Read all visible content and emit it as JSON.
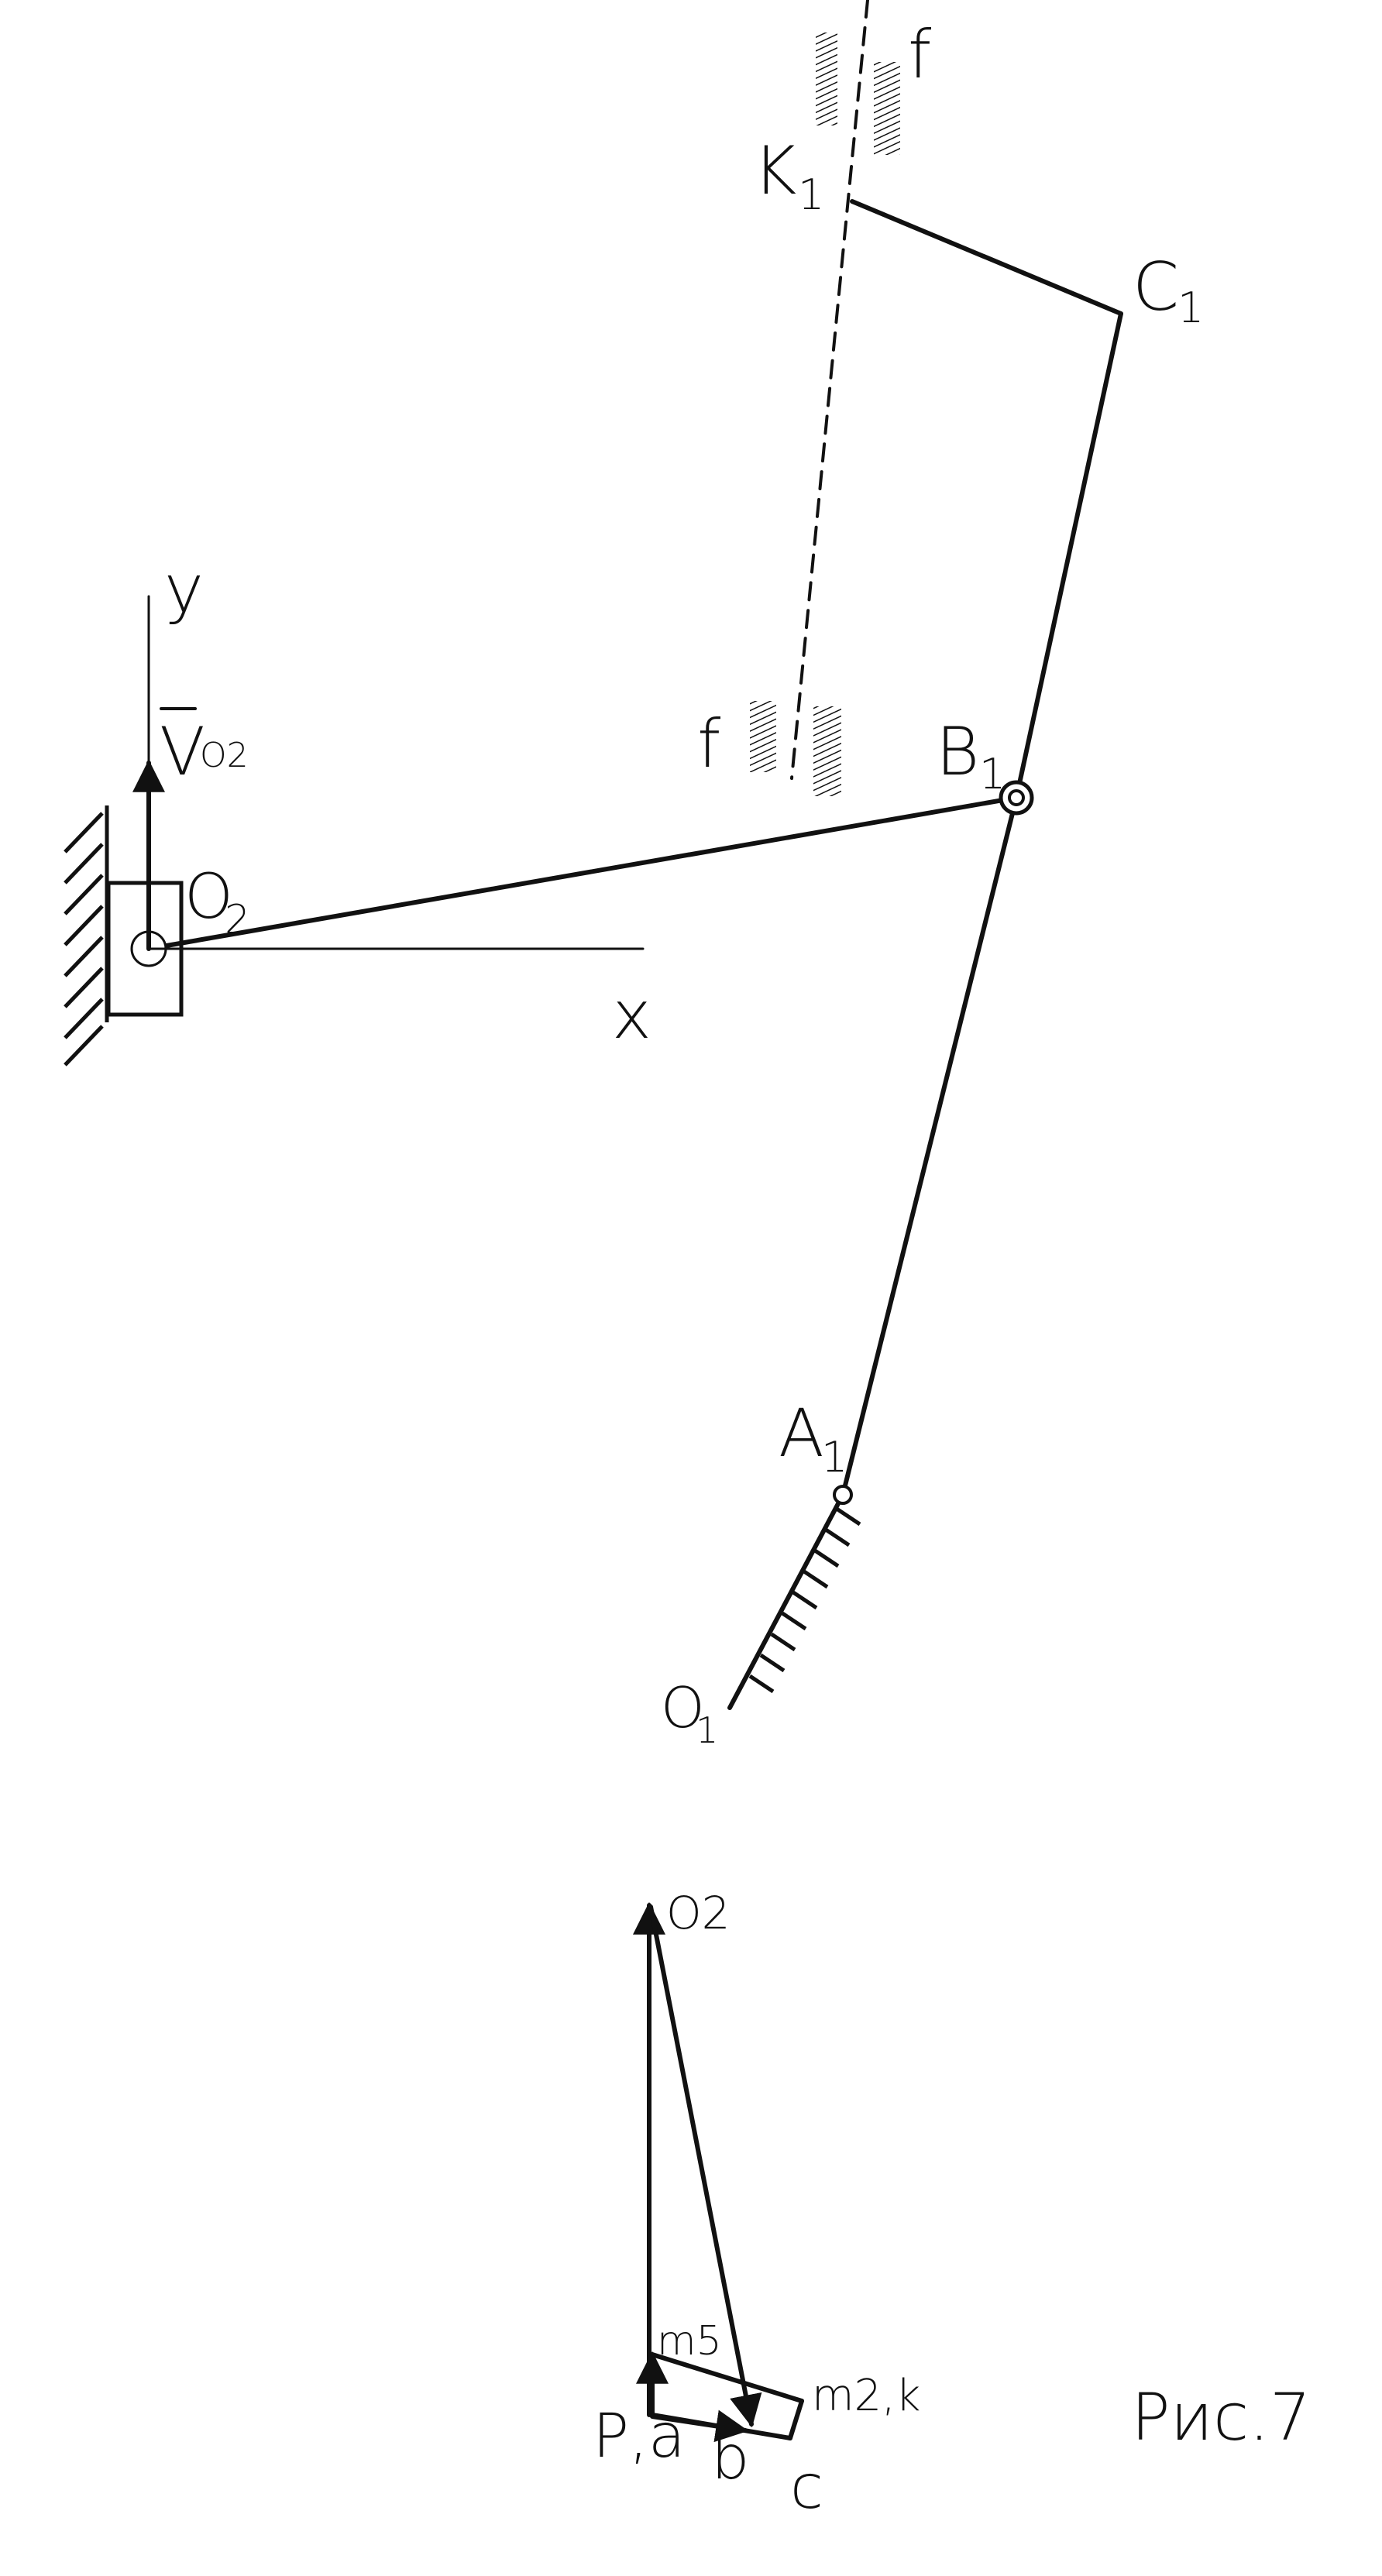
{
  "mechanism": {
    "labels": {
      "k1": "K",
      "k1_sub": "1",
      "c1": "C",
      "c1_sub": "1",
      "b1": "B",
      "b1_sub": "1",
      "a1": "A",
      "a1_sub": "1",
      "o1": "O",
      "o1_sub": "1",
      "o2": "O",
      "o2_sub": "2",
      "f_top": "f",
      "f_mid": "f",
      "axis_y": "y",
      "axis_x": "x",
      "velocity": "V",
      "velocity_sub": "O2"
    }
  },
  "velocity_plan": {
    "labels": {
      "o2": "O2",
      "m5": "m5",
      "m2k": "m2,k",
      "pa": "P,a",
      "b": "b",
      "c": "c"
    }
  },
  "caption": "Рис.7"
}
